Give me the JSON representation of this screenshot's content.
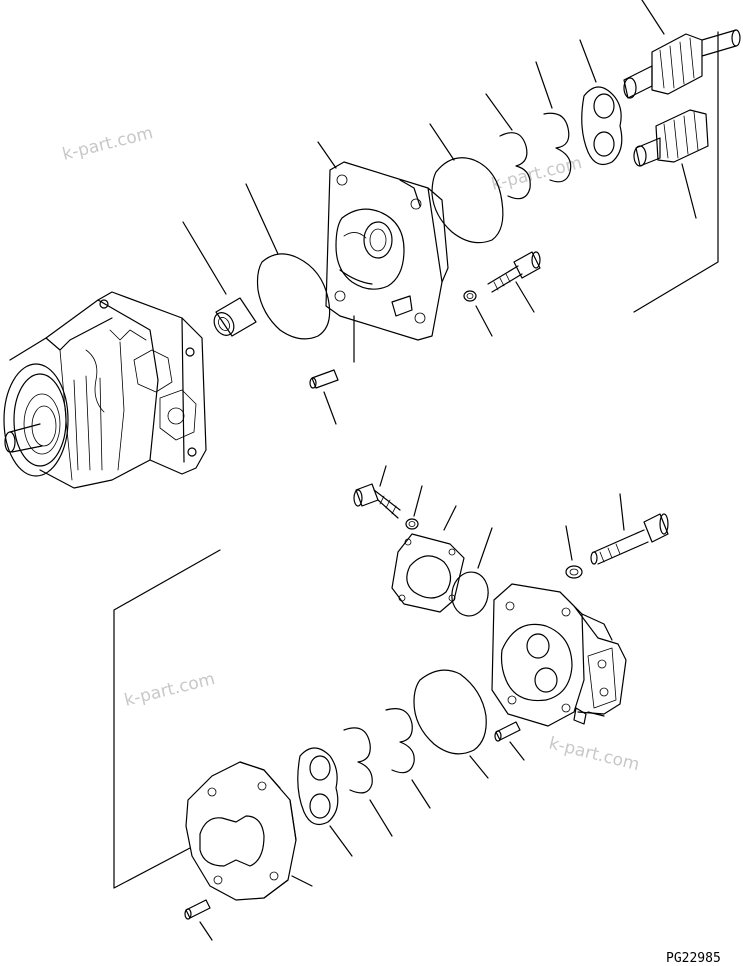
{
  "watermarks": [
    "k-part.com",
    "k-part.com",
    "k-part.com",
    "k-part.com"
  ],
  "drawing_code": "PG22985",
  "colors": {
    "line": "#000000",
    "watermark": "#c8c8c8",
    "background": "#ffffff"
  }
}
